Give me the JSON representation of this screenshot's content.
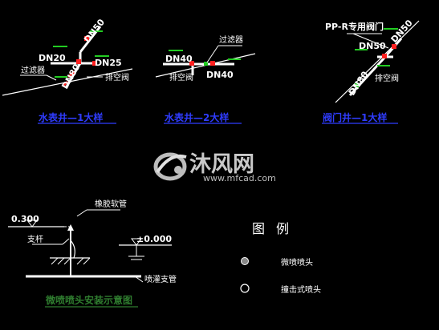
{
  "detail1": {
    "title": "水表井—1大样",
    "labels": {
      "dn20": "DN20",
      "dn50": "DN50",
      "dn25": "DN25",
      "dn80": "DN80",
      "filter": "过滤器",
      "exhaust": "排空阀"
    }
  },
  "detail2": {
    "title": "水表井—2大样",
    "labels": {
      "dn40a": "DN40",
      "dn40b": "DN40",
      "filter": "过滤器",
      "exhaust": "排空阀"
    }
  },
  "detail3": {
    "title": "阀门井—1大样",
    "labels": {
      "valve": "PP-R专用阀门",
      "dn50a": "DN50",
      "dn50b": "DN50",
      "dn80": "DN80",
      "exhaust": "排空阀"
    }
  },
  "watermark": {
    "brand": "沐风网",
    "url": "www.mfcad.com"
  },
  "install": {
    "title": "微喷喷头安装示意图",
    "elev_top": "0.300",
    "elev_ground": "±0.000",
    "support": "支杆",
    "rubber_hose": "橡胶软管",
    "spray_pipe": "喷灌支管"
  },
  "legend": {
    "title": "图例",
    "items": [
      {
        "label": "微喷喷头"
      },
      {
        "label": "撞击式喷头"
      }
    ]
  },
  "colors": {
    "background": "#000000",
    "pipe": "#ffffff",
    "accent_red": "#ff2020",
    "accent_green": "#22cc22",
    "title_blue": "#2f3cff"
  }
}
